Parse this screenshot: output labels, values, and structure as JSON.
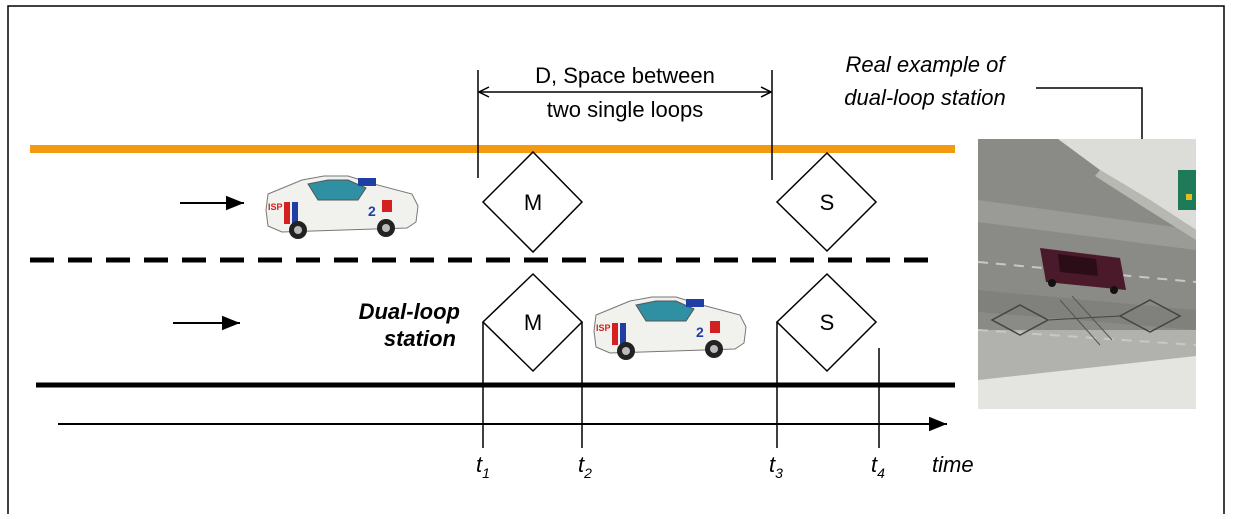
{
  "diagram": {
    "spacing_label_line1": "D, Space between",
    "spacing_label_line2": "two single loops",
    "photo_caption_line1": "Real example of",
    "photo_caption_line2": "dual-loop station",
    "station_label_line1": "Dual-loop",
    "station_label_line2": "station",
    "loops": {
      "master": "M",
      "slave": "S"
    },
    "time_markers": [
      {
        "sym": "t",
        "sub": "1"
      },
      {
        "sym": "t",
        "sub": "2"
      },
      {
        "sym": "t",
        "sub": "3"
      },
      {
        "sym": "t",
        "sub": "4"
      }
    ],
    "time_axis_label": "time",
    "car_number": "2",
    "car_sponsor": "ISP"
  },
  "colors": {
    "road_edge_top": "#f39a10",
    "road_edge_bottom": "#000000",
    "lane_divider": "#000000",
    "car_body": "#f1f1ee",
    "car_window": "#2f8fa3",
    "car_stripe": "#1f3fa5",
    "car_accent": "#d42020",
    "photo_road": "#8a8b86",
    "photo_overpass": "#dcdcd8",
    "photo_vehicle": "#4b1a2a",
    "photo_sign": "#1f7a5a"
  }
}
